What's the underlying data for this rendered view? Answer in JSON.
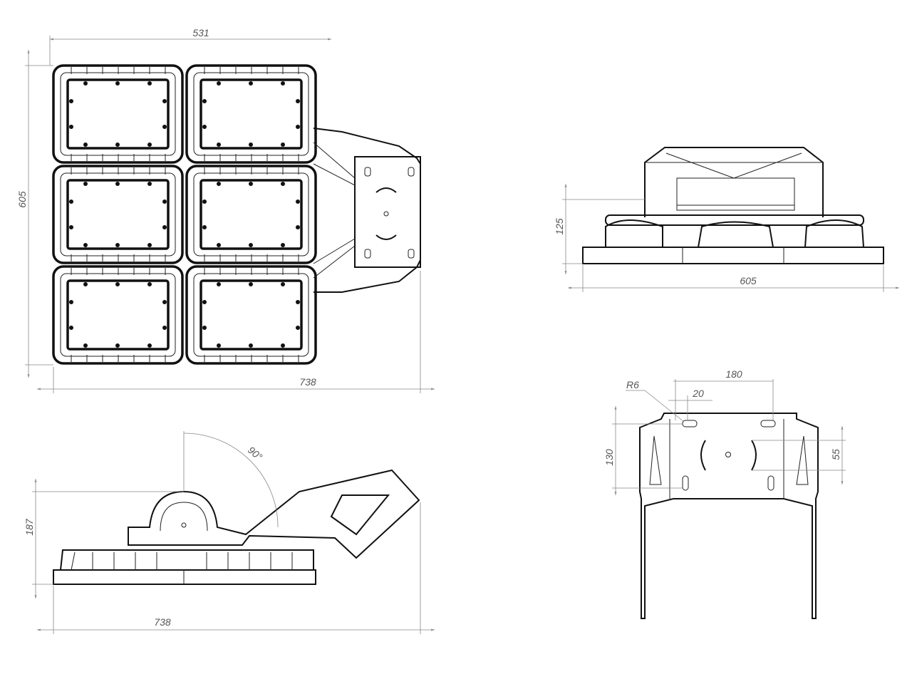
{
  "views": {
    "top_view": {
      "width_label": "531",
      "height_label": "605",
      "overall_width_label": "738"
    },
    "front_view": {
      "height_label": "125",
      "width_label": "605"
    },
    "side_view": {
      "angle_label": "90°",
      "height_label": "187",
      "width_label": "738"
    },
    "bracket_view": {
      "radius_label": "R6",
      "slot_label": "20",
      "spacing_label": "180",
      "height_label": "130",
      "slot_height_label": "55"
    }
  }
}
